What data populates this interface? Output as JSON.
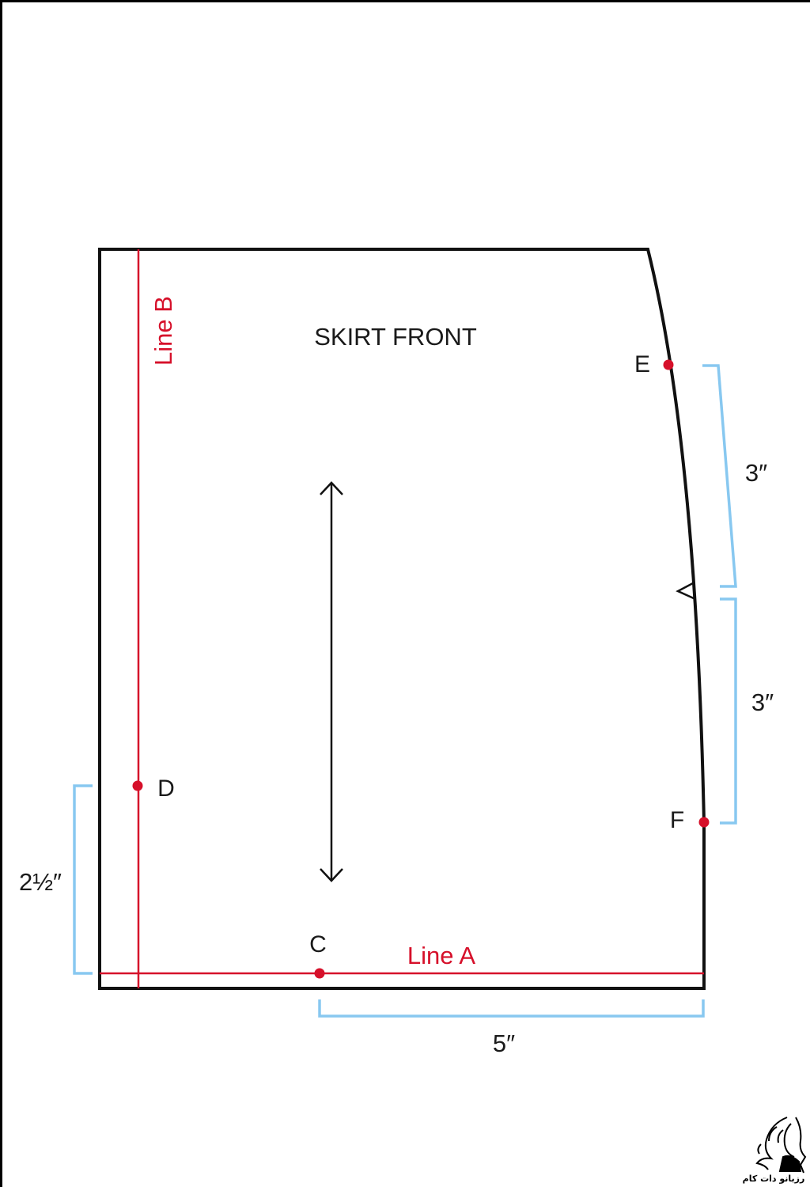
{
  "diagram": {
    "title": "SKIRT FRONT",
    "lines": {
      "a": "Line A",
      "b": "Line B"
    },
    "points": {
      "c": "C",
      "d": "D",
      "e": "E",
      "f": "F"
    },
    "measurements": {
      "upper_side": "3″",
      "lower_side": "3″",
      "left_height": "2½″",
      "bottom_width": "5″"
    },
    "colors": {
      "outline": "#111111",
      "guide_line": "#d6102a",
      "point": "#d6102a",
      "bracket": "#88c8f0"
    }
  },
  "watermark": {
    "text": "رزبانو دات کام",
    "icon": "woman-silhouette-logo"
  }
}
